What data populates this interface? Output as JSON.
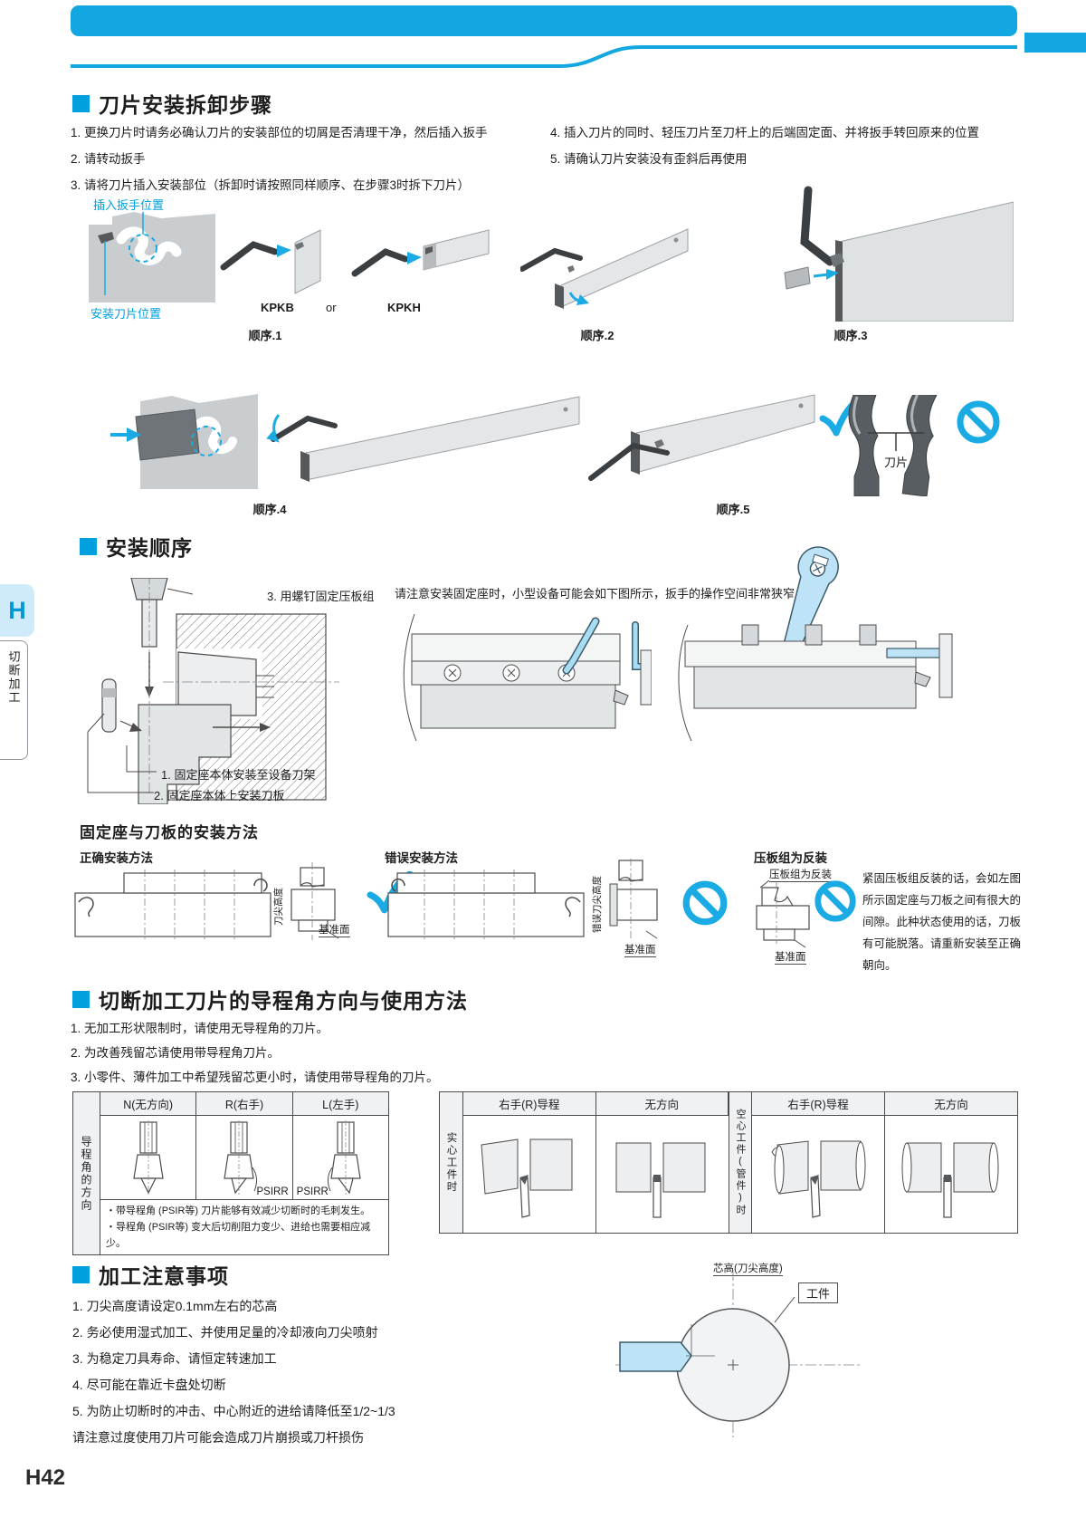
{
  "page": {
    "number": "H42",
    "tab_letter": "H",
    "tab_label": "切断加工"
  },
  "s1": {
    "title": "刀片安装拆卸步骤",
    "steps_left": [
      "1. 更换刀片时请务必确认刀片的安装部位的切屑是否清理干净，然后插入扳手",
      "2. 请转动扳手",
      "3. 请将刀片插入安装部位（拆卸时请按照同样顺序、在步骤3时拆下刀片）"
    ],
    "steps_right": [
      "4. 插入刀片的同时、轻压刀片至刀杆上的后端固定面、并将扳手转回原来的位置",
      "5. 请确认刀片安装没有歪斜后再使用"
    ],
    "label_wrench_pos": "插入扳手位置",
    "label_blade_pos": "安装刀片位置",
    "model_a": "KPKB",
    "model_or": "or",
    "model_b": "KPKH",
    "cap1": "顺序.1",
    "cap2": "顺序.2",
    "cap3": "顺序.3",
    "cap4": "顺序.4",
    "cap5": "顺序.5",
    "blade_label": "刀片"
  },
  "s2": {
    "title": "安装顺序",
    "label_step3": "3. 用螺钉固定压板组",
    "label_step1": "1. 固定座本体安装至设备刀架",
    "label_step2": "2. 固定座本体上安装刀板",
    "note": "请注意安装固定座时，小型设备可能会如下图所示，扳手的操作空间非常狭窄。",
    "sub_title": "固定座与刀板的安装方法",
    "correct_label": "正确安装方法",
    "wrong_label": "错误安装方法",
    "reversed_label": "压板组为反装",
    "reversed_callout": "压板组为反装",
    "tip_height": "刀尖高度",
    "wrong_tip_height": "错误刀尖高度",
    "datum": "基准面",
    "warning": "紧固压板组反装的话，会如左图所示固定座与刀板之间有很大的间隙。此种状态使用的话，刀板有可能脱落。请重新安装至正确朝向。"
  },
  "s3": {
    "title": "切断加工刀片的导程角方向与使用方法",
    "items": [
      "1. 无加工形状限制时，请使用无导程角的刀片。",
      "2. 为改善残留芯请使用带导程角刀片。",
      "3. 小零件、薄件加工中希望残留芯更小时，请使用带导程角的刀片。"
    ],
    "t1": {
      "row_label": "导程角的方向",
      "h1": "N(无方向)",
      "h2": "R(右手)",
      "h3": "L(左手)",
      "psirr": "PSIRR",
      "note1": "・带导程角 (PSIR等) 刀片能够有效减少切断时的毛刺发生。",
      "note2": "・导程角 (PSIR等) 变大后切削阻力变少、进给也需要相应减少。"
    },
    "t2": {
      "g1": "实心工件时",
      "g2": "空心工件(管件)时",
      "h1": "右手(R)导程",
      "h2": "无方向",
      "h3": "右手(R)导程",
      "h4": "无方向"
    }
  },
  "s4": {
    "title": "加工注意事项",
    "items": [
      "1.  刀尖高度请设定0.1mm左右的芯高",
      "2.  务必使用湿式加工、并使用足量的冷却液向刀尖喷射",
      "3.  为稳定刀具寿命、请恒定转速加工",
      "4.  尽可能在靠近卡盘处切断",
      "5.  为防止切断时的冲击、中心附近的进给请降低至1/2~1/3"
    ],
    "note": "请注意过度使用刀片可能会造成刀片崩损或刀杆损伤",
    "fig_label": "芯高(刀尖高度)",
    "workpiece_label": "工件"
  }
}
